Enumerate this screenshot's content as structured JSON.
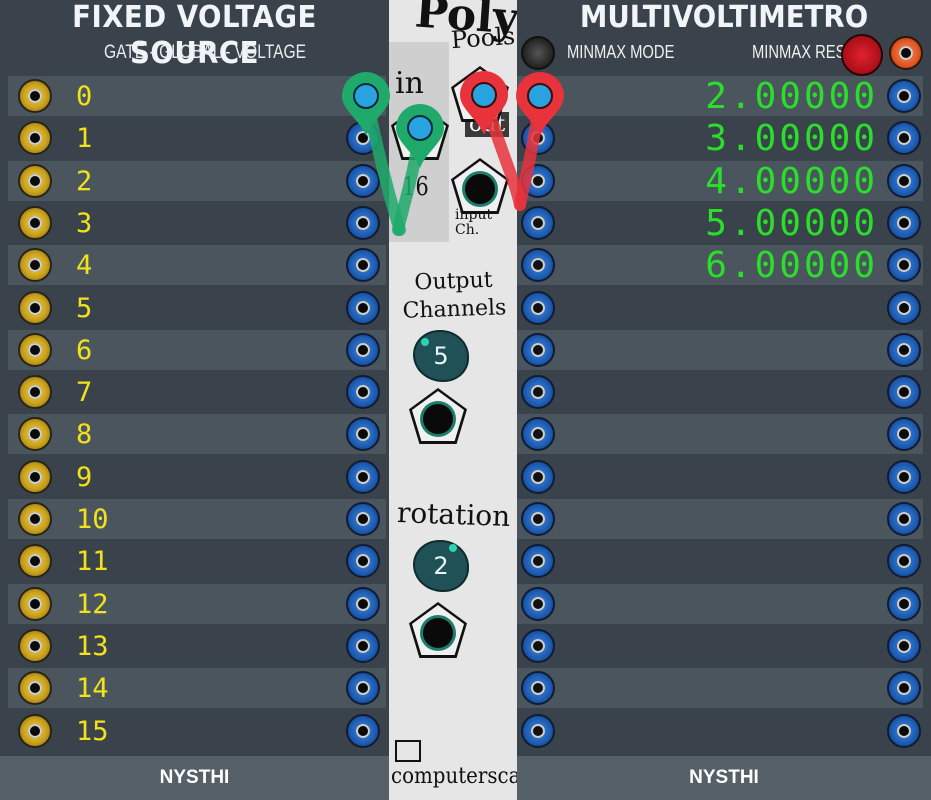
{
  "fixed_voltage_source": {
    "title": "FIXED VOLTAGE SOURCE",
    "subtitle": "GATE - GLOBAL - VOLTAGE",
    "channels": [
      "0",
      "1",
      "2",
      "3",
      "4",
      "5",
      "6",
      "7",
      "8",
      "9",
      "10",
      "11",
      "12",
      "13",
      "14",
      "15"
    ],
    "brand": "NYSTHI"
  },
  "poly_pools": {
    "logo_text": "Poly",
    "title": "Pools",
    "in_label": "in",
    "out_label": "out",
    "channel_count": "16",
    "input_ch_label": "input\nCh.",
    "output_channels_label": "Output Channels",
    "output_channels_value": "5",
    "rotation_label": "rotation",
    "rotation_value": "2",
    "brand": "computerscare"
  },
  "multivoltimetro": {
    "title": "MULTIVOLTIMETRO",
    "minmax_mode_label": "MINMAX MODE",
    "minmax_reset_label": "MINMAX RESET",
    "readings": [
      "2.00000",
      "3.00000",
      "4.00000",
      "5.00000",
      "6.00000",
      "",
      "",
      "",
      "",
      "",
      "",
      "",
      "",
      "",
      "",
      ""
    ],
    "brand": "NYSTHI"
  },
  "colors": {
    "panel": "#3a434c",
    "row_light": "#4b555e",
    "channel_number": "#f2e21a",
    "display_green": "#2adf2a",
    "cable_green": "#1faa6b",
    "cable_red": "#e8323c"
  }
}
